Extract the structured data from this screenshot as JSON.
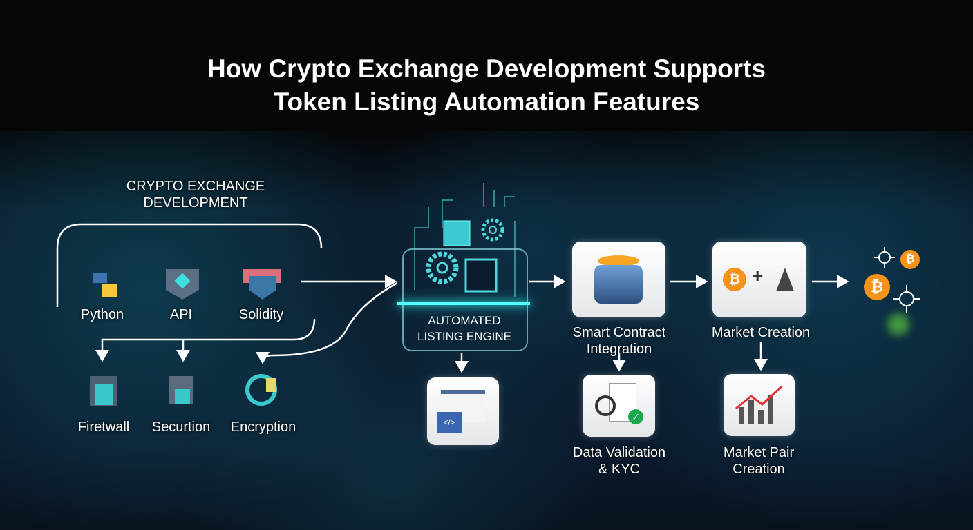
{
  "title": {
    "line1": "How Crypto Exchange Development Supports",
    "line2": "Token Listing Automation Features"
  },
  "group": {
    "line1": "CRYPTO EXCHANGE",
    "line2": "DEVELOPMENT"
  },
  "tech": [
    {
      "label": "Python",
      "icon": "python-icon"
    },
    {
      "label": "API",
      "icon": "api-icon"
    },
    {
      "label": "Solidity",
      "icon": "solidity-icon"
    }
  ],
  "security": [
    {
      "label": "Firetwall",
      "icon": "firewall-icon"
    },
    {
      "label": "Securtion",
      "icon": "security-icon"
    },
    {
      "label": "Encryption",
      "icon": "encryption-icon"
    }
  ],
  "engine": {
    "line1": "AUTOMATED",
    "line2": "LISTING ENGINE"
  },
  "steps": {
    "smart_contract": {
      "line1": "Smart Contract",
      "line2": "Integration"
    },
    "data_validation": {
      "line1": "Data Validation",
      "line2": "& KYC"
    },
    "market_creation": {
      "line1": "Market Creation"
    },
    "market_pair": {
      "line1": "Market Pair",
      "line2": "Creation"
    }
  },
  "plus": "+",
  "colors": {
    "accent": "#3ff0f0",
    "coin": "#f7931a",
    "background": "#0b1b2e"
  }
}
